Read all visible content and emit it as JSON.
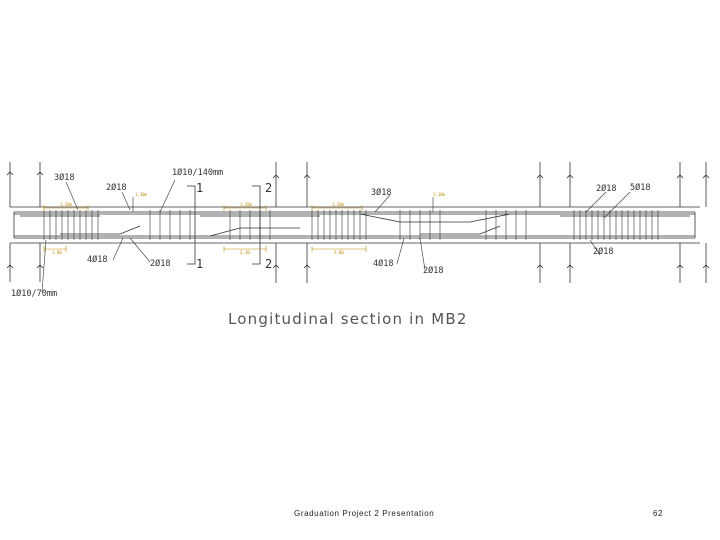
{
  "drawing": {
    "caption": "Longitudinal section in MB2",
    "bar_labels": {
      "top_left_3phi18": "3Ø18",
      "top_2phi18_a": "2Ø18",
      "stirrups_140": "1Ø10/140mm",
      "bottom_4phi18_a": "4Ø18",
      "bottom_2phi18_a": "2Ø18",
      "mid_3phi18": "3Ø18",
      "bottom_4phi18_b": "4Ø18",
      "bottom_2phi18_b": "2Ø18",
      "right_2phi18_top": "2Ø18",
      "right_5phi18": "5Ø18",
      "right_2phi18_bottom": "2Ø18",
      "stirrups_70": "1Ø10/70mm"
    },
    "section_marks": {
      "s1": "1",
      "s2": "2"
    },
    "dims": {
      "d1": "1.20m",
      "d2": "1.10m",
      "d3": "1.20m",
      "d4": "1.20m",
      "d5": "1.10m",
      "d6": "1.00",
      "d7": "2.10",
      "d8": "2.00"
    }
  },
  "footer": {
    "title": "Graduation Project 2 Presentation",
    "page": "62"
  },
  "colors": {
    "line": "#333333",
    "dimension": "#c08a00",
    "background": "#ffffff"
  }
}
